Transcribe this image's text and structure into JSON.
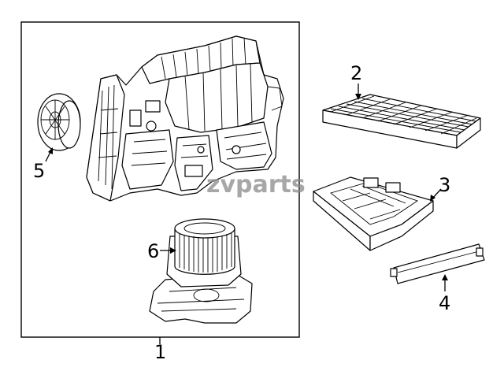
{
  "diagram": {
    "callouts": [
      {
        "id": "1",
        "label": "1"
      },
      {
        "id": "2",
        "label": "2"
      },
      {
        "id": "3",
        "label": "3"
      },
      {
        "id": "4",
        "label": "4"
      },
      {
        "id": "5",
        "label": "5"
      },
      {
        "id": "6",
        "label": "6"
      }
    ],
    "watermark": "zvparts"
  },
  "colors": {
    "line": "#000000",
    "background": "#ffffff",
    "watermark": "#8a8a8a"
  }
}
